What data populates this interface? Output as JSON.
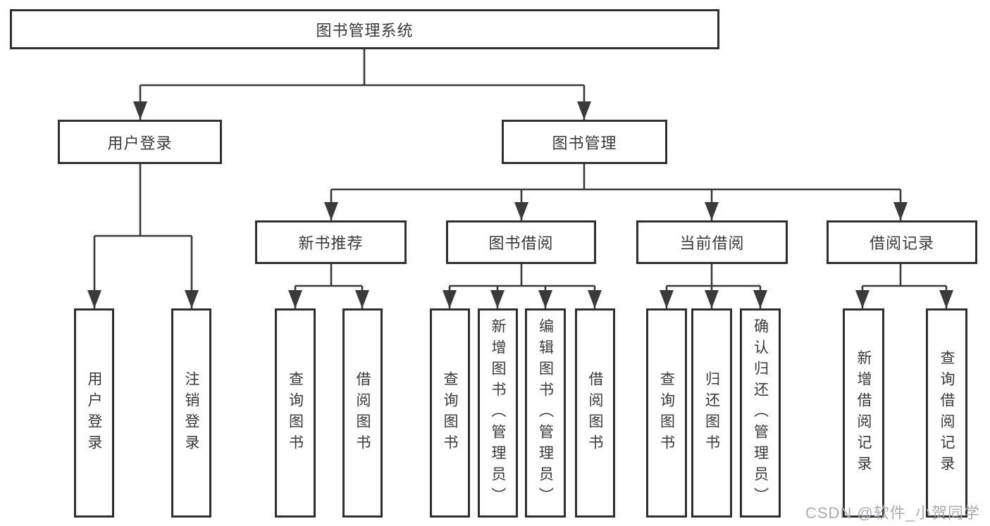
{
  "tree": {
    "root": {
      "label": "图书管理系统",
      "children": [
        {
          "label": "用户登录",
          "children": [
            {
              "label": "用户登录"
            },
            {
              "label": "注销登录"
            }
          ]
        },
        {
          "label": "图书管理",
          "children": [
            {
              "label": "新书推荐",
              "children": [
                {
                  "label": "查询图书"
                },
                {
                  "label": "借阅图书"
                }
              ]
            },
            {
              "label": "图书借阅",
              "children": [
                {
                  "label": "查询图书"
                },
                {
                  "label": "新增图书（管理员）"
                },
                {
                  "label": "编辑图书（管理员）"
                },
                {
                  "label": "借阅图书"
                }
              ]
            },
            {
              "label": "当前借阅",
              "children": [
                {
                  "label": "查询图书"
                },
                {
                  "label": "归还图书"
                },
                {
                  "label": "确认归还（管理员）"
                }
              ]
            },
            {
              "label": "借阅记录",
              "children": [
                {
                  "label": "新增借阅记录"
                },
                {
                  "label": "查询借阅记录"
                }
              ]
            }
          ]
        }
      ]
    }
  },
  "watermark": {
    "text": "CSDN @软件_小贺同学"
  },
  "colors": {
    "border": "#2f2f2f",
    "line": "#3a3a3a",
    "text": "#3a3a3a",
    "watermark": "#a8adb5",
    "background": "#ffffff"
  }
}
